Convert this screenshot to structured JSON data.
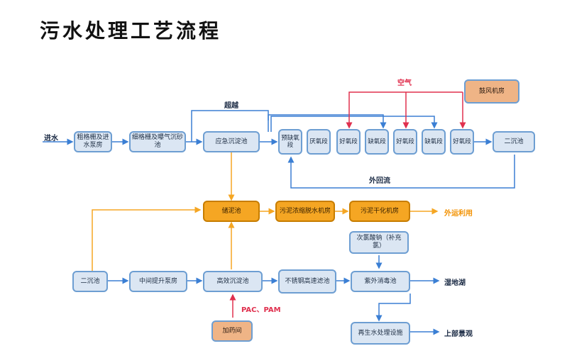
{
  "title": "污水处理工艺流程",
  "labels": {
    "inflow": "进水",
    "bypass": "超越",
    "air": "空气",
    "reflux": "外回流",
    "pac_pam": "PAC、PAM",
    "external_use": "外运利用",
    "wetland": "湿地湖",
    "upper_scene": "上部景观"
  },
  "nodes": {
    "coarse_screen": "粗格栅及进水泵房",
    "fine_screen": "细格栅及曝气沉砂池",
    "emergency_tank": "应急沉淀池",
    "pre_anoxic": "预缺氧段",
    "anaerobic": "厌氧段",
    "aerobic_1": "好氧段",
    "anoxic_1": "缺氧段",
    "aerobic_2": "好氧段",
    "anoxic_2": "缺氧段",
    "aerobic_3": "好氧段",
    "secondary_clarifier_top": "二沉池",
    "blower_room": "鼓风机房",
    "sludge_storage": "储泥池",
    "sludge_thicken": "污泥浓缩脱水机房",
    "sludge_dry": "污泥干化机房",
    "hypochlorite": "次氯酸钠（补充氯）",
    "secondary_clarifier_bottom": "二沉池",
    "lift_pump": "中间提升泵房",
    "high_eff_tank": "高效沉淀池",
    "ss_filter": "不锈钢高速滤池",
    "uv_disinfect": "紫外消毒池",
    "dosing_room": "加药间",
    "reclaimed": "再生水处理设施"
  },
  "colors": {
    "flow": "#3b7fd4",
    "air": "#e0304e",
    "sludge": "#f5a623",
    "node_fill": "#dbe6f3",
    "node_border": "#6d9ed2"
  }
}
